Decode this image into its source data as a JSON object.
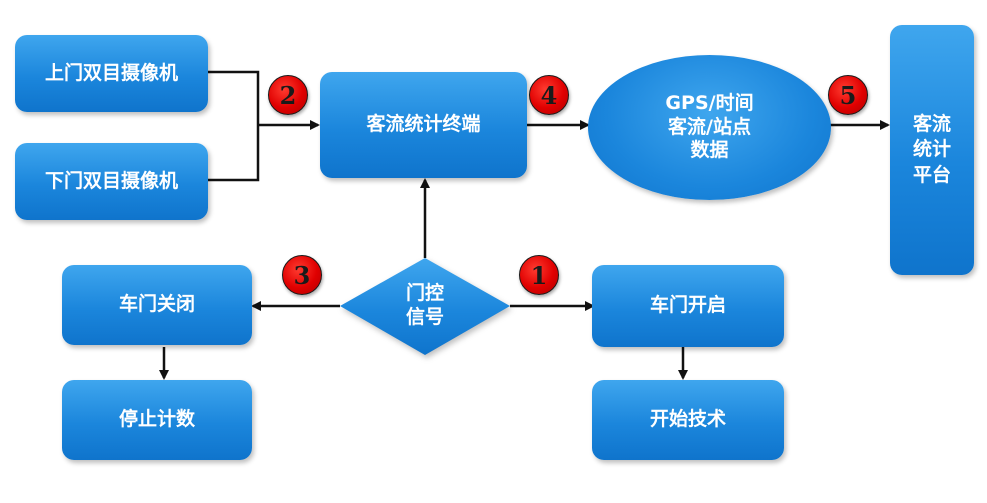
{
  "nodes": {
    "upper_camera": "上门双目摄像机",
    "lower_camera": "下门双目摄像机",
    "terminal": "客流统计终端",
    "data_ellipse": "GPS/时间\n客流/站点\n数据",
    "platform": "客流\n统计\n平台",
    "door_signal": "门控\n信号",
    "door_close": "车门关闭",
    "stop_count": "停止计数",
    "door_open": "车门开启",
    "start_tech": "开始技术"
  },
  "steps": {
    "s1": "1",
    "s2": "2",
    "s3": "3",
    "s4": "4",
    "s5": "5"
  },
  "colors": {
    "node_fill": "#1b86dc",
    "badge_fill": "#e00000",
    "arrow": "#111111"
  }
}
